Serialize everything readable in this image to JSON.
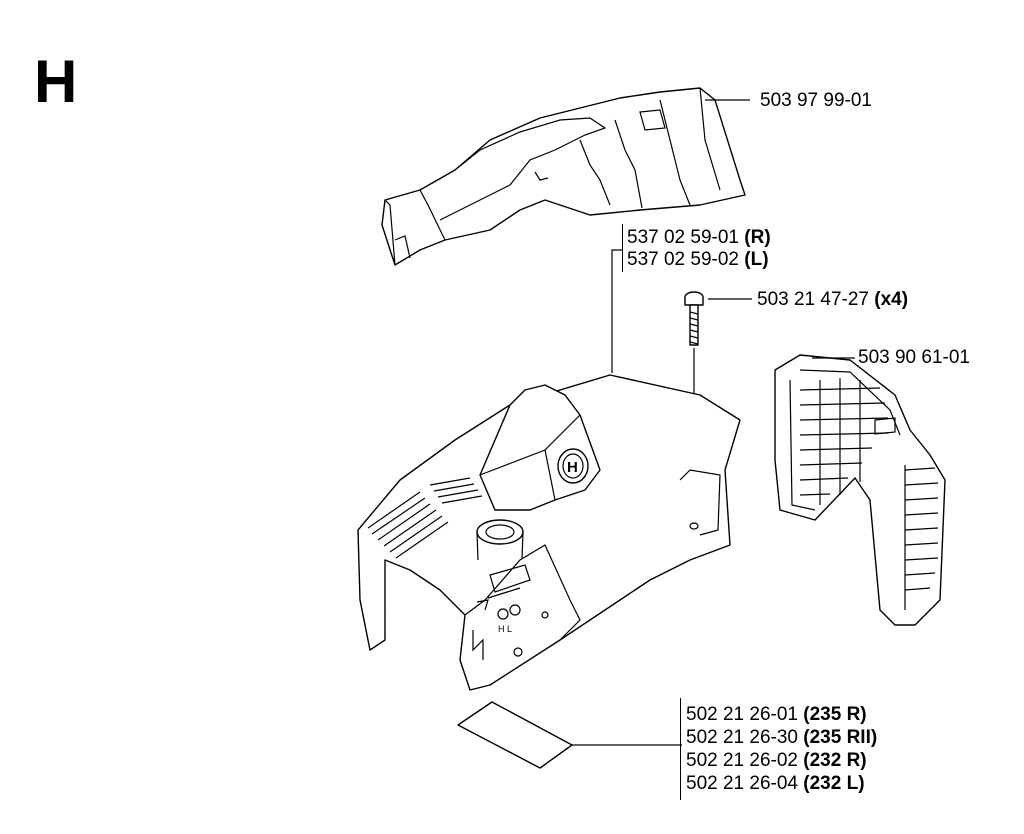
{
  "section_letter": "H",
  "parts": {
    "top_cover": {
      "number": "503 97 99-01"
    },
    "cylinder_cover": {
      "numbers": [
        {
          "number": "537 02 59-01",
          "suffix": "(R)"
        },
        {
          "number": "537 02 59-02",
          "suffix": "(L)"
        }
      ]
    },
    "screw": {
      "number": "503 21 47-27",
      "suffix": "(x4)"
    },
    "air_grille": {
      "number": "503 90 61-01"
    },
    "decal": {
      "numbers": [
        {
          "number": "502 21 26-01",
          "suffix": "(235 R)"
        },
        {
          "number": "502 21 26-30",
          "suffix": "(235 RII)"
        },
        {
          "number": "502 21 26-02",
          "suffix": "(232 R)"
        },
        {
          "number": "502 21 26-04",
          "suffix": "(232 L)"
        }
      ]
    }
  },
  "embossed_marks": {
    "hl": "H L",
    "logo": "H"
  }
}
